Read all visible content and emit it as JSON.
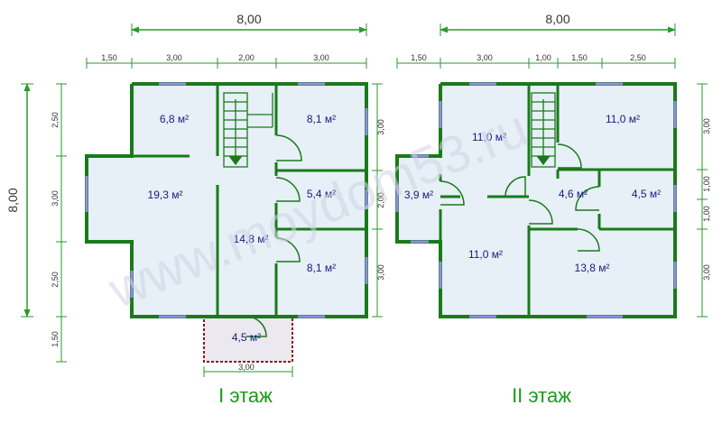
{
  "watermark": "www.moydom53.ru",
  "floor1": {
    "title": "I этаж",
    "overall_width": "8,00",
    "overall_height": "8,00",
    "top_dims": [
      "1,50",
      "3,00",
      "2,00",
      "3,00"
    ],
    "left_dims": [
      "2,50",
      "3,00",
      "2,50",
      "1,50"
    ],
    "right_dims": [
      "3,00",
      "2,00",
      "3,00"
    ],
    "porch_dim": "3,00",
    "rooms": [
      "6,8 м²",
      "8,1 м²",
      "19,3 м²",
      "5,4 м²",
      "14,8 м²",
      "8,1 м²",
      "4,5 м²"
    ]
  },
  "floor2": {
    "title": "II этаж",
    "overall_width": "8,00",
    "top_dims": [
      "1,50",
      "3,00",
      "1,00",
      "1,50",
      "2,50"
    ],
    "right_dims": [
      "3,00",
      "1,00",
      "1,00",
      "3,00"
    ],
    "rooms": [
      "11,0 м²",
      "11,0 м²",
      "3,9 м²",
      "4,6 м²",
      "4,5 м²",
      "11,0 м²",
      "13,8 м²"
    ]
  },
  "colors": {
    "wall": "#1a7a1a",
    "room_fill": "#e6f0f6",
    "porch_fill": "#ebe8f0",
    "porch_border": "#8b1a1a",
    "window": "#9090e0",
    "dim_line": "#2a9a2a",
    "text": "#1a1a80",
    "floor_title": "#1a9a1a"
  }
}
